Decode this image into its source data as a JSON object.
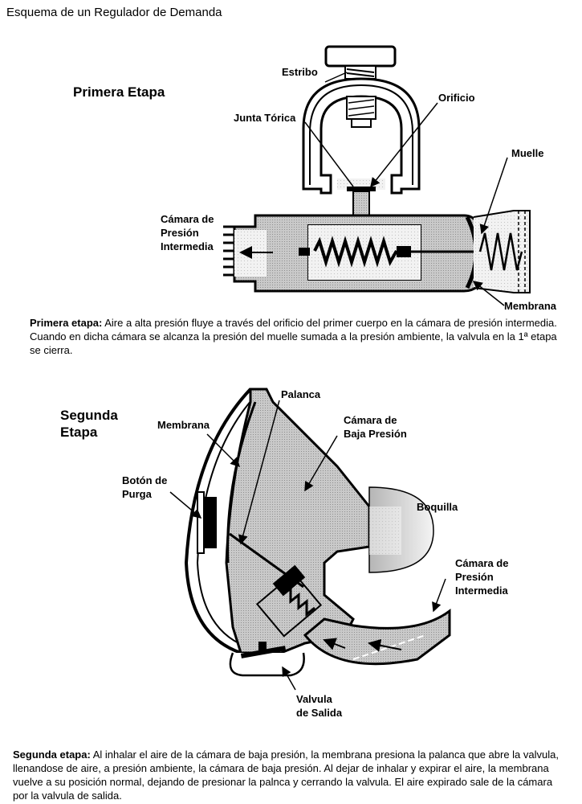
{
  "page_title": "Esquema de un Regulador de Demanda",
  "first_stage": {
    "title": "Primera Etapa",
    "labels": {
      "yoke": "Estribo",
      "orifice": "Orificio",
      "o_ring": "Junta Tórica",
      "spring": "Muelle",
      "chamber_line1": "Cámara de",
      "chamber_line2": "Presión",
      "chamber_line3": "Intermedia",
      "membrane": "Membrana"
    },
    "caption_lead": "Primera etapa:",
    "caption_text": " Aire a alta presión fluye a través del orificio del primer cuerpo en la cámara de presión intermedia. Cuando en dicha cámara se alcanza la presión del muelle sumada a la presión ambiente, la valvula en la 1ª etapa se cierra."
  },
  "second_stage": {
    "title_line1": "Segunda",
    "title_line2": "Etapa",
    "labels": {
      "lever": "Palanca",
      "membrane": "Membrana",
      "low_chamber_line1": "Cámara de",
      "low_chamber_line2": "Baja Presión",
      "purge_line1": "Botón de",
      "purge_line2": "Purga",
      "mouthpiece": "Boquilla",
      "mid_chamber_line1": "Cámara de",
      "mid_chamber_line2": "Presión",
      "mid_chamber_line3": "Intermedia",
      "exhaust_line1": "Valvula",
      "exhaust_line2": "de Salida"
    },
    "caption_lead": "Segunda etapa:",
    "caption_text": " Al inhalar el aire de la cámara de baja presión, la membrana presiona la palanca que abre la valvula, llenandose de aire, a presión ambiente, la cámara de baja presión. Al dejar de inhalar y expirar el aire, la membrana vuelve a su posición normal, dejando de presionar la palnca y cerrando la valvula. El aire expirado sale de la cámara por la valvula de salida."
  }
}
